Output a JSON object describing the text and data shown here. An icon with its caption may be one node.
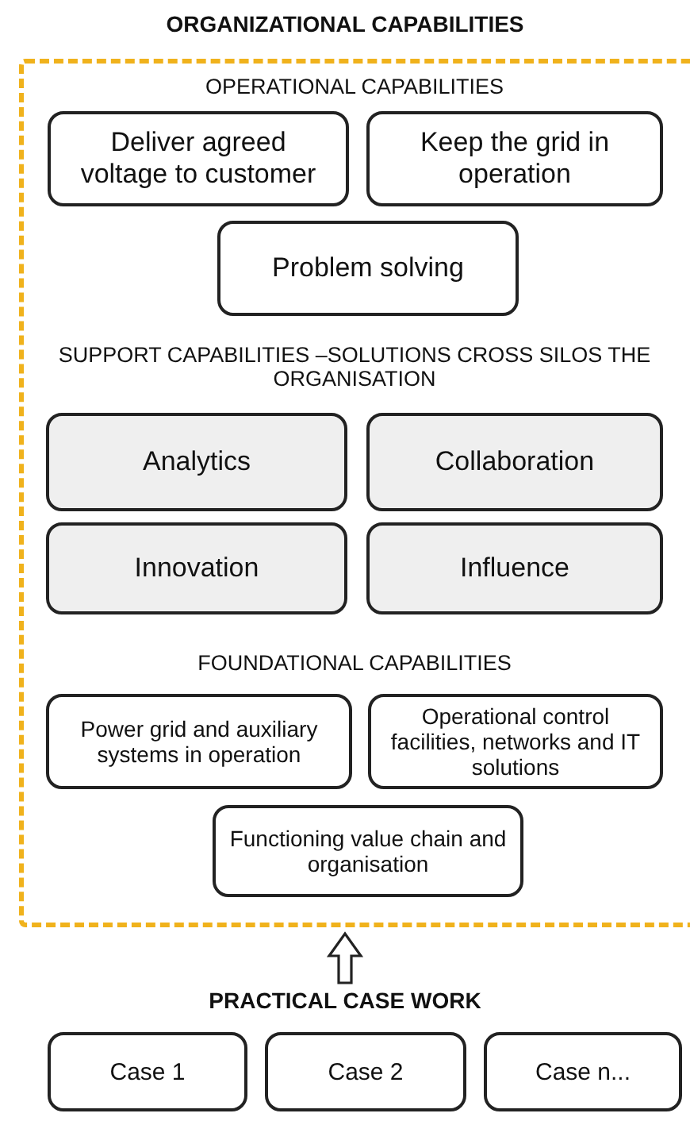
{
  "diagram": {
    "title": "ORGANIZATIONAL CAPABILITIES",
    "nodes": [
      {
        "text": [],
        "shape": "box"
      },
      {
        "text": [
          "Deliver agreed voltage to customer"
        ],
        "in": 0
      },
      {
        "text": [
          "Keep the grid in operation"
        ],
        "in": 0
      },
      {
        "text": [
          "Problem solving"
        ],
        "in": 0
      },
      {
        "text": [
          "Analytics"
        ],
        "in": 0
      },
      {
        "text": [
          "Collaboration"
        ],
        "in": 0
      },
      {
        "text": [
          "Innovation"
        ],
        "in": 0
      },
      {
        "text": [
          "Influence"
        ],
        "in": 0
      },
      {
        "text": [
          "Power grid and auxiliary systems in operation"
        ],
        "in": 0
      },
      {
        "text": [
          "Operational control facilities, networks and IT solutions"
        ],
        "in": 0
      },
      {
        "text": [
          "Functioning value chain and organisation"
        ],
        "in": 0
      },
      {
        "text": [
          "PRACTICAL CASE WORK"
        ]
      },
      {
        "text": [
          "Case 1"
        ]
      },
      {
        "text": [
          "Case 2"
        ]
      },
      {
        "text": [
          "Case n..."
        ]
      }
    ],
    "edges": [
      {
        "from": 11,
        "to": 0,
        "arrow": "to"
      }
    ],
    "labels": [
      "OPERATIONAL CAPABILITIES",
      "SUPPORT CAPABILITIES –SOLUTIONS CROSS SILOS THE ORGANISATION",
      "FOUNDATIONAL CAPABILITIES"
    ]
  }
}
